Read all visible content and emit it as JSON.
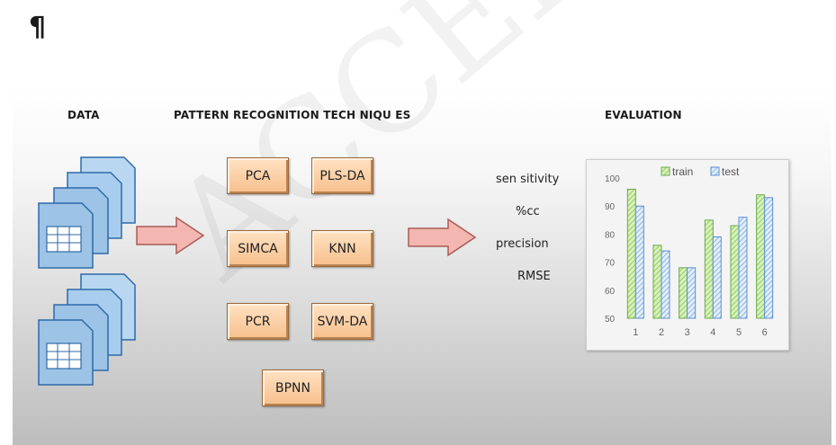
{
  "pilcrow": "¶",
  "headings": {
    "data": "DATA",
    "techniques": "PATTERN RECOGNITION TECH NIQU ES",
    "evaluation": "EVALUATION"
  },
  "techniques": [
    "PCA",
    "PLS-DA",
    "SIMCA",
    "KNN",
    "PCR",
    "SVM-DA",
    "BPNN"
  ],
  "metrics": [
    "sen sitivity",
    "%cc",
    "precision",
    "RMSE"
  ],
  "watermark": "ACCEPTED MANUSCRIPT",
  "colors": {
    "train": "#92d050",
    "test": "#8db4e2",
    "box_fill": "#f9c794",
    "arrow_fill": "#f4b6b0",
    "doc_fill": "#9dc3e6"
  },
  "chart_data": {
    "type": "bar",
    "categories": [
      "1",
      "2",
      "3",
      "4",
      "5",
      "6"
    ],
    "series": [
      {
        "name": "train",
        "values": [
          96,
          76,
          68,
          85,
          83,
          94
        ]
      },
      {
        "name": "test",
        "values": [
          90,
          74,
          68,
          79,
          86,
          93
        ]
      }
    ],
    "ylim": [
      50,
      100
    ],
    "yticks": [
      "100",
      "90",
      "80",
      "70",
      "60",
      "50"
    ],
    "legend": "top",
    "grid": false
  }
}
